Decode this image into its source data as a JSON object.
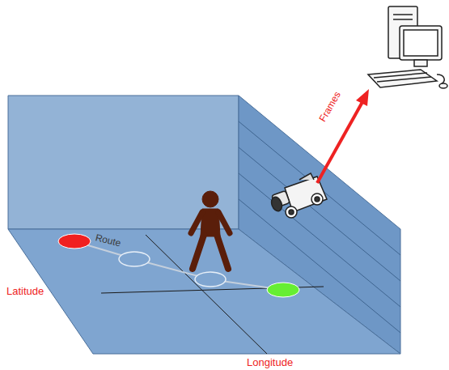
{
  "diagram": {
    "labels": [
      "Route",
      "Latitude",
      "Longitude",
      "Frames"
    ]
  }
}
